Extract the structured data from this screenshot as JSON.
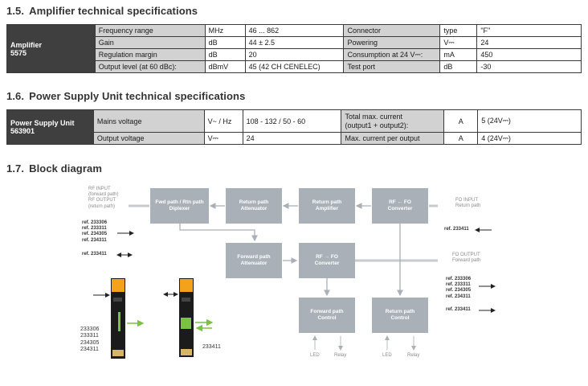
{
  "sections": {
    "amp_title": {
      "num": "1.5.",
      "title": "Amplifier technical specifications"
    },
    "psu_title": {
      "num": "1.6.",
      "title": "Power Supply Unit technical specifications"
    },
    "block_title": {
      "num": "1.7.",
      "title": "Block diagram"
    }
  },
  "amplifier": {
    "name": "Amplifier",
    "ref": "5575",
    "rows": [
      {
        "param": "Frequency range",
        "unit": "MHz",
        "value": "46 ... 862",
        "param2": "Connector",
        "unit2": "type",
        "value2": "\"F\""
      },
      {
        "param": "Gain",
        "unit": "dB",
        "value": "44 ± 2.5",
        "param2": "Powering",
        "unit2": "V⎓",
        "value2": "24"
      },
      {
        "param": "Regulation margin",
        "unit": "dB",
        "value": "20",
        "param2": "Consumption at 24 V⎓:",
        "unit2": "mA",
        "value2": "450"
      },
      {
        "param": "Output level (at 60 dBc):",
        "unit": "dBmV",
        "value": "45 (42 CH CENELEC)",
        "param2": "Test port",
        "unit2": "dB",
        "value2": "-30"
      }
    ]
  },
  "psu": {
    "name": "Power Supply Unit",
    "ref": "563901",
    "rows": [
      {
        "param": "Mains voltage",
        "unit": "V~ / Hz",
        "value": "108 - 132 / 50 - 60",
        "param2a": "Total max. current",
        "param2b": "(output1 + output2):",
        "unit2": "A",
        "value2": "5   (24V⎓)"
      },
      {
        "param": "Output voltage",
        "unit": "V⎓",
        "value": "24",
        "param2a": "Max. current per output",
        "param2b": "",
        "unit2": "A",
        "value2": "4   (24V⎓)"
      }
    ]
  },
  "diagram": {
    "blocks": {
      "diplexer": [
        "Fwd path / Rtn path",
        "Diplexer"
      ],
      "return_att": [
        "Return path",
        "Attenuator"
      ],
      "return_amp": [
        "Return path",
        "Amplifier"
      ],
      "rf_fo": [
        "RF ← FO",
        "Converter"
      ],
      "forward_att": [
        "Forward path",
        "Attenuator"
      ],
      "fo_rf": [
        "RF → FO",
        "Converter"
      ],
      "forward_ctrl": [
        "Forward path",
        "Control"
      ],
      "return_ctrl": [
        "Return path",
        "Control"
      ]
    },
    "labels": {
      "rf_input": "RF INPUT",
      "rf_input_sub": "(forward path)",
      "rf_output": "RF OUTPUT",
      "rf_output_sub": "(return path)",
      "fo_input": "FO INPUT",
      "fo_input_sub": "Return path",
      "fo_output": "FO OUTPUT",
      "fo_output_sub": "Forward path",
      "led1": "LED",
      "relay1": "Relay",
      "led2": "LED",
      "relay2": "Relay"
    },
    "refs": {
      "left_group": [
        "ref. 233306",
        "ref. 233311",
        "ref. 234305",
        "ref. 234311"
      ],
      "left_single": "ref. 233411",
      "right_single": "ref. 233411",
      "right_group": [
        "ref. 233306",
        "ref. 233311",
        "ref. 234305",
        "ref. 234311"
      ],
      "right_single2": "ref. 233411",
      "module1": [
        "233306",
        "233311",
        "234305",
        "234311"
      ],
      "module2": "233411"
    },
    "colors": {
      "block": "#a9b0b8",
      "arrow_light": "#b6bcc3",
      "fiber": "#7cc242",
      "module_orange": "#f5a21b"
    }
  }
}
